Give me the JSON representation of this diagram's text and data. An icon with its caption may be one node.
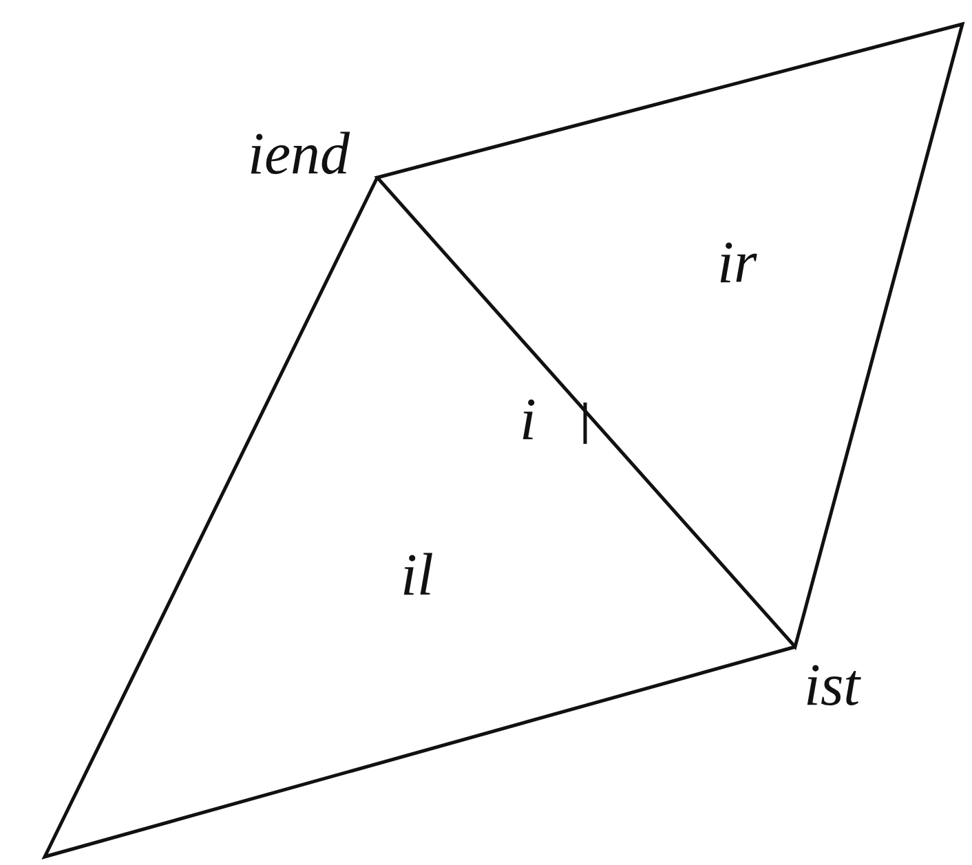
{
  "diagram": {
    "labels": [
      "iend",
      "ir",
      "i",
      "il",
      "ist"
    ]
  }
}
